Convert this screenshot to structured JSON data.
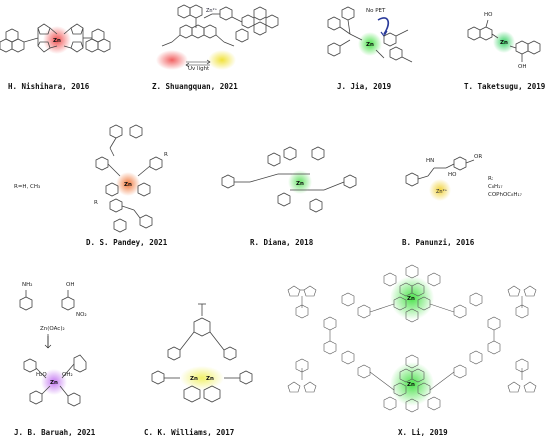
{
  "panels": [
    {
      "id": "nishihara",
      "caption": "H. Nishihara, 2016",
      "metal": "Zn",
      "glow": "#f04848"
    },
    {
      "id": "shuangquan",
      "caption": "Z. Shuangquan, 2021",
      "metal": "Zn²⁺",
      "glow_left": "#f05050",
      "glow_right": "#f0e030",
      "arrow_label": "Uv light"
    },
    {
      "id": "jia",
      "caption": "J. Jia, 2019",
      "metal": "Zn",
      "glow": "#40e040",
      "pet_label": "No PET"
    },
    {
      "id": "taketsugu",
      "caption": "T. Taketsugu, 2019",
      "metal": "Zn",
      "glow": "#30d060",
      "labels": [
        "HO",
        "OH"
      ]
    },
    {
      "id": "pandey",
      "caption": "D. S. Pandey, 2021",
      "metal": "Zn",
      "glow": "#f07030",
      "r_label": "R=H, CH₃",
      "sub_labels": [
        "R",
        "R"
      ]
    },
    {
      "id": "diana",
      "caption": "R. Diana, 2018",
      "metal": "Zn",
      "glow": "#60e060"
    },
    {
      "id": "panunzi",
      "caption": "B. Panunzi, 2016",
      "metal": "Zn²⁺",
      "glow": "#f0d030",
      "r_lines": [
        "R:",
        "C₈H₁₇",
        "COPhOC₈H₁₇"
      ],
      "labels": [
        "HN",
        "HO",
        "OR"
      ]
    },
    {
      "id": "baruah",
      "caption": "J. B. Baruah, 2021",
      "metal": "Zn",
      "glow": "#c070f0",
      "reagent": "Zn(OAc)₂",
      "labels": [
        "NH₂",
        "OH",
        "NO₂",
        "H₂O",
        "OH₂"
      ]
    },
    {
      "id": "williams",
      "caption": "C. K. Williams, 2017",
      "metal": "Zn",
      "glow": "#f0f060"
    },
    {
      "id": "li",
      "caption": "X. Li, 2019",
      "metal": "Zn",
      "glow": "#40e040"
    }
  ]
}
